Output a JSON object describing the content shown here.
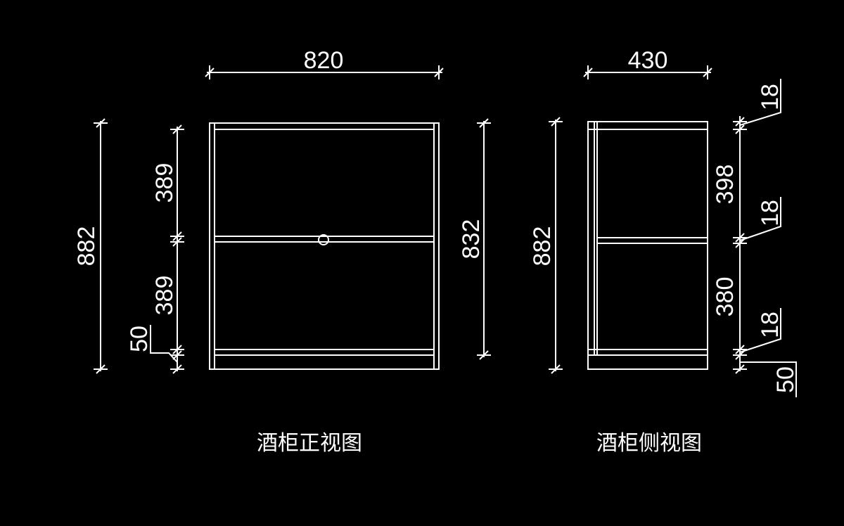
{
  "colors": {
    "background": "#000000",
    "line": "#ffffff"
  },
  "front": {
    "title": "酒柜正视图",
    "width": "820",
    "height_total": "882",
    "shelf_upper": "389",
    "shelf_lower": "389",
    "plinth": "50",
    "height_side": "832"
  },
  "side": {
    "title": "酒柜侧视图",
    "width": "430",
    "height_total": "882",
    "top_board": "18",
    "upper": "398",
    "mid_board": "18",
    "lower": "380",
    "bottom_board": "18",
    "plinth": "50"
  }
}
